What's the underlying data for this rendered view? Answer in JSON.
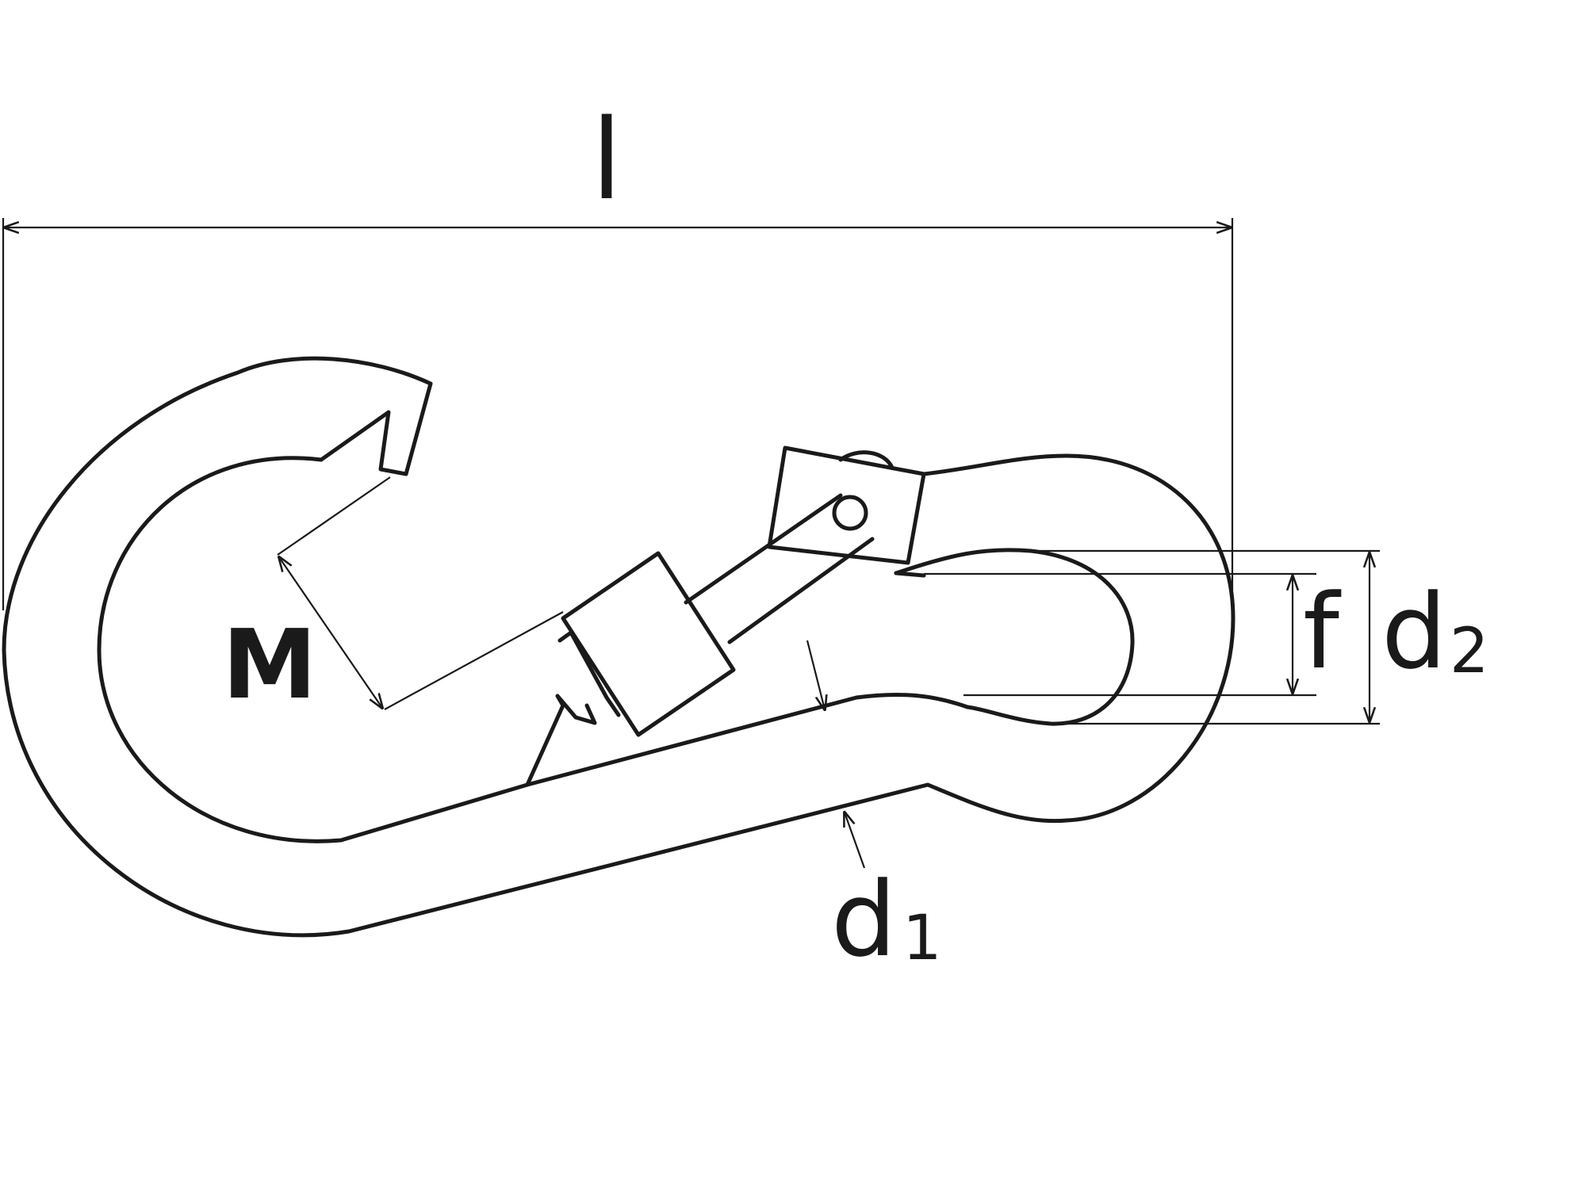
{
  "labels": {
    "length": "l",
    "opening": "M",
    "d1_main": "d",
    "d1_sub": "1",
    "d2_main": "d",
    "d2_sub": "2",
    "f": "f"
  },
  "colors": {
    "line": "#1a1a1a",
    "background": "#ffffff"
  }
}
